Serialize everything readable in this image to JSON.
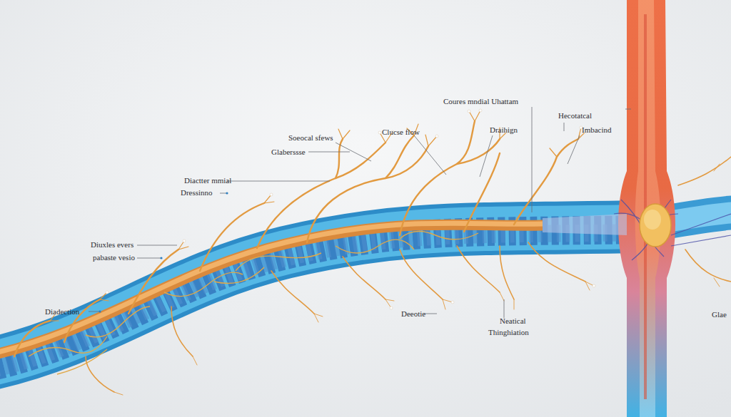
{
  "diagram": {
    "labels": [
      "Coures mndial Uhattam",
      "Hecotatcal",
      "Imbacind",
      "Soeocal sfews",
      "Clucse flow",
      "Draihign",
      "Glaberssse",
      "Diactter mmial",
      "Dressinno",
      "Diuxles evers",
      "pabaste vesio",
      "Diadection",
      "Deeotie",
      "Neatical",
      "Thinghiation",
      "Glae"
    ]
  }
}
